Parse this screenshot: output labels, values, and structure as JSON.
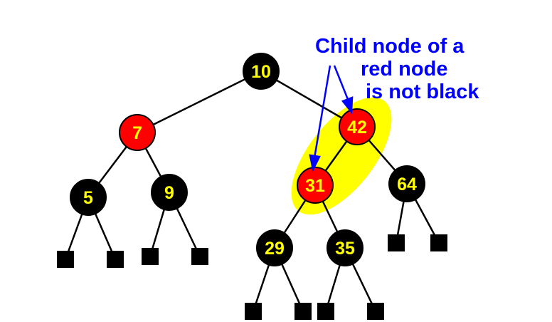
{
  "annotation": {
    "lines": [
      "Child node of a",
      "red node",
      "is not black"
    ],
    "color": "#0000ff",
    "highlight_color": "#ffff00"
  },
  "colors": {
    "red": "#ff0000",
    "black": "#000000",
    "label": "#ffff00"
  },
  "nodes": [
    {
      "id": "n10",
      "label": "10",
      "color": "black"
    },
    {
      "id": "n7",
      "label": "7",
      "color": "red"
    },
    {
      "id": "n42",
      "label": "42",
      "color": "red"
    },
    {
      "id": "n5",
      "label": "5",
      "color": "black"
    },
    {
      "id": "n9",
      "label": "9",
      "color": "black"
    },
    {
      "id": "n31",
      "label": "31",
      "color": "red"
    },
    {
      "id": "n64",
      "label": "64",
      "color": "black"
    },
    {
      "id": "n29",
      "label": "29",
      "color": "black"
    },
    {
      "id": "n35",
      "label": "35",
      "color": "black"
    }
  ],
  "edges": [
    [
      "n10",
      "n7"
    ],
    [
      "n10",
      "n42"
    ],
    [
      "n7",
      "n5"
    ],
    [
      "n7",
      "n9"
    ],
    [
      "n42",
      "n31"
    ],
    [
      "n42",
      "n64"
    ],
    [
      "n31",
      "n29"
    ],
    [
      "n31",
      "n35"
    ],
    [
      "n5",
      "l1"
    ],
    [
      "n5",
      "l2"
    ],
    [
      "n9",
      "l3"
    ],
    [
      "n9",
      "l4"
    ],
    [
      "n64",
      "l5"
    ],
    [
      "n64",
      "l6"
    ],
    [
      "n29",
      "l7"
    ],
    [
      "n29",
      "l8"
    ],
    [
      "n35",
      "l9"
    ],
    [
      "n35",
      "l10"
    ]
  ],
  "leaves": [
    "l1",
    "l2",
    "l3",
    "l4",
    "l5",
    "l6",
    "l7",
    "l8",
    "l9",
    "l10"
  ]
}
